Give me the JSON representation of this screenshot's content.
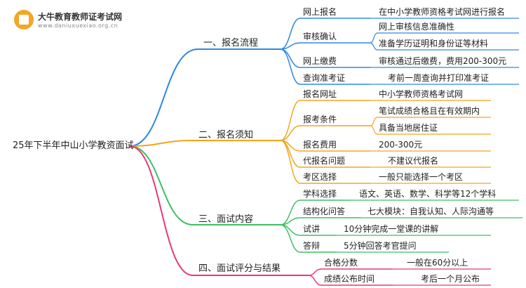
{
  "brand": {
    "name": "大牛教育教师证考试网",
    "url": "www.daniuxuexiao.org.cn"
  },
  "root": "25年下半年中山小学教资面试",
  "colors": {
    "blue": "#2f88e6",
    "orange": "#f3a51c",
    "green": "#3fbf63",
    "pink": "#e6397a"
  },
  "branches": [
    {
      "title": "一、报名流程",
      "color": "blue",
      "items": [
        {
          "label": "网上报名",
          "values": [
            "在中小学教师资格考试网进行报名"
          ]
        },
        {
          "label": "审核确认",
          "values": [
            "网上审核信息准确性",
            "准备学历证明和身份证等材料"
          ]
        },
        {
          "label": "网上缴费",
          "values": [
            "审核通过后缴费，费用200-300元"
          ]
        },
        {
          "label": "查询准考证",
          "values": [
            "考前一周查询并打印准考证"
          ]
        }
      ]
    },
    {
      "title": "二、报名须知",
      "color": "orange",
      "items": [
        {
          "label": "报名网址",
          "values": [
            "中小学教师资格考试网"
          ]
        },
        {
          "label": "报考条件",
          "values": [
            "笔试成绩合格且在有效期内",
            "具备当地居住证"
          ]
        },
        {
          "label": "报名费用",
          "values": [
            "200-300元"
          ]
        },
        {
          "label": "代报名问题",
          "values": [
            "不建议代报名"
          ]
        },
        {
          "label": "考区选择",
          "values": [
            "一般只能选择一个考区"
          ]
        }
      ]
    },
    {
      "title": "三、面试内容",
      "color": "green",
      "items": [
        {
          "label": "学科选择",
          "values": [
            "语文、英语、数学、科学等12个学科"
          ]
        },
        {
          "label": "结构化问答",
          "values": [
            "七大模块：自我认知、人际沟通等"
          ]
        },
        {
          "label": "试讲",
          "values": [
            "10分钟完成一堂课的讲解"
          ]
        },
        {
          "label": "答辩",
          "values": [
            "5分钟回答考官提问"
          ]
        }
      ]
    },
    {
      "title": "四、面试评分与结果",
      "color": "pink",
      "items": [
        {
          "label": "合格分数",
          "values": [
            "一般在60分以上"
          ]
        },
        {
          "label": "成绩公布时间",
          "values": [
            "考后一个月公布"
          ]
        }
      ]
    }
  ]
}
